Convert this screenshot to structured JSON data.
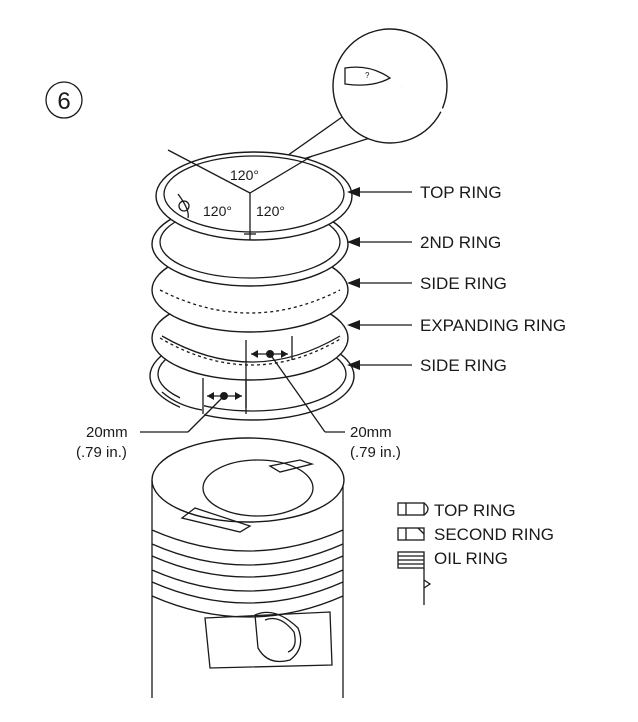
{
  "step_number": "6",
  "angles": {
    "top": "120°",
    "left": "120°",
    "right": "120°"
  },
  "ring_labels": [
    "TOP RING",
    "2ND RING",
    "SIDE RING",
    "EXPANDING RING",
    "SIDE RING"
  ],
  "gap_left": {
    "value": "20mm",
    "unit": "(.79 in.)"
  },
  "gap_right": {
    "value": "20mm",
    "unit": "(.79 in.)"
  },
  "legend": [
    "TOP RING",
    "SECOND RING",
    "OIL RING"
  ]
}
